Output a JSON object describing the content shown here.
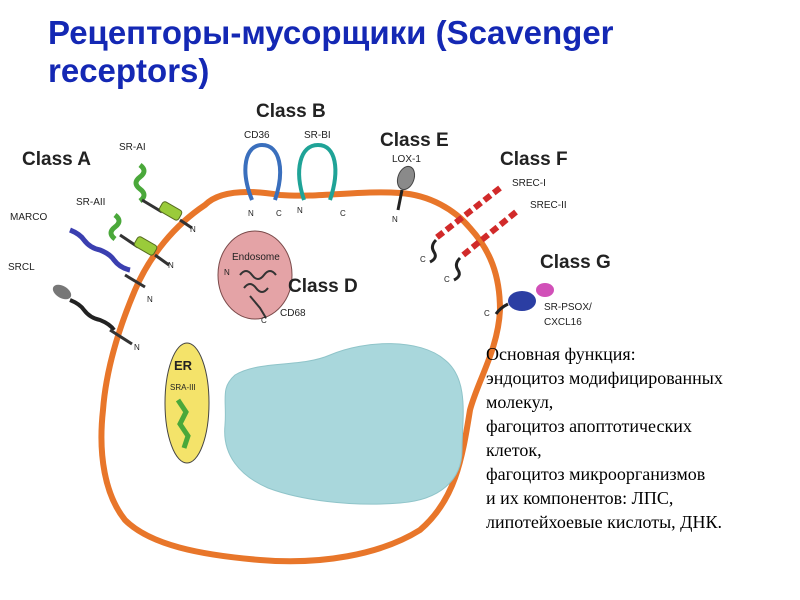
{
  "title": {
    "line1": "Рецепторы-мусорщики (Scavenger",
    "line2": "receptors)"
  },
  "classes": {
    "a": "Class A",
    "b": "Class B",
    "d": "Class D",
    "e": "Class E",
    "f": "Class F",
    "g": "Class G"
  },
  "receptors": {
    "sr_ai": "SR-AI",
    "sr_aii": "SR-AII",
    "marco": "MARCO",
    "srcl": "SRCL",
    "cd36": "CD36",
    "sr_bi": "SR-BI",
    "lox1": "LOX-1",
    "srec_i": "SREC-I",
    "srec_ii": "SREC-II",
    "sr_psox": "SR-PSOX/",
    "cxcl16": "CXCL16",
    "cd68": "CD68",
    "sra_iii": "SRA-III"
  },
  "organelles": {
    "endosome": "Endosome",
    "er": "ER"
  },
  "terminals": {
    "n": "N",
    "c": "C"
  },
  "function": {
    "heading": "Основная функция:",
    "lines": [
      "эндоцитоз модифицированных",
      "молекул,",
      "фагоцитоз апоптотических",
      "клеток,",
      "фагоцитоз микроорганизмов",
      "и их компонентов: ЛПС,",
      "липотейхоевые  кислоты,  ДНК."
    ]
  },
  "colors": {
    "title": "#1428b4",
    "membrane": "#e8762a",
    "nucleus": "#a9d7dc",
    "endosome": "#e4a3a6",
    "er": "#f4e36a",
    "cd36": "#3a6fbd",
    "sr_bi": "#1fa397",
    "lox1": "#8a8a8a",
    "srec_arrow": "#d12a2a",
    "psox_blue": "#2b3ea3",
    "psox_magenta": "#d150b8",
    "sra_green": "#4aa83a",
    "marco_blue": "#3b3fb0",
    "srcl_gray": "#777777"
  }
}
